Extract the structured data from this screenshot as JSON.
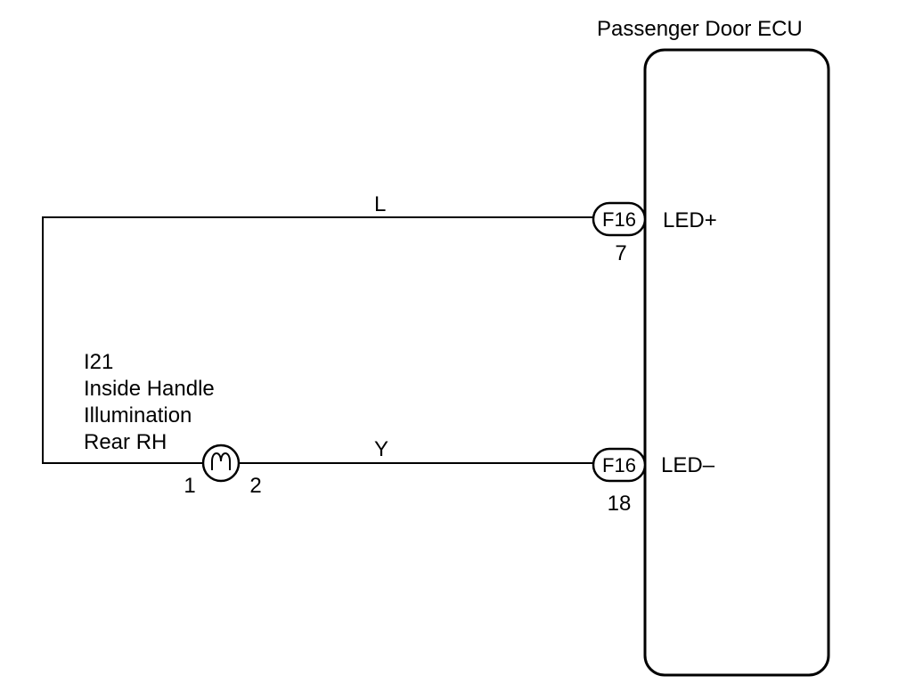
{
  "ecu": {
    "name": "Passenger Door ECU"
  },
  "connectors": [
    {
      "code": "F16",
      "pin": "7",
      "terminal": "LED+"
    },
    {
      "code": "F16",
      "pin": "18",
      "terminal": "LED–"
    }
  ],
  "wires": {
    "top_color": "L",
    "bottom_color": "Y"
  },
  "component": {
    "code": "I21",
    "name_line1": "Inside Handle",
    "name_line2": "Illumination",
    "name_line3": "Rear RH",
    "pin_left": "1",
    "pin_right": "2",
    "icon": "bulb-icon"
  }
}
